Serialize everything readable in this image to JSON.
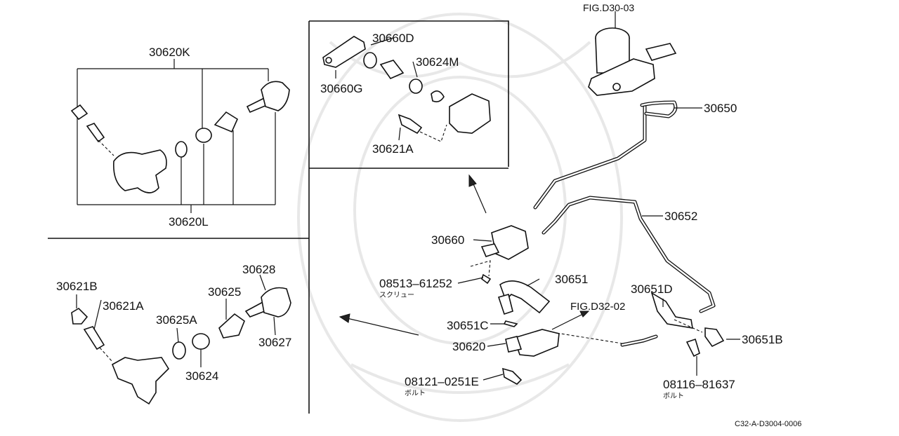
{
  "labels": {
    "p30620K": "30620K",
    "p30620L": "30620L",
    "p30660D": "30660D",
    "p30624M": "30624M",
    "p30660G": "30660G",
    "p30621A_top": "30621A",
    "figD3003": "FIG.D30-03",
    "p30650": "30650",
    "p30652": "30652",
    "p30660": "30660",
    "p08513": "08513–61252",
    "screw": "スクリュー",
    "p30651": "30651",
    "figD3202": "FIG.D32-02",
    "p30651D": "30651D",
    "p30651C": "30651C",
    "p30620": "30620",
    "p30651B": "30651B",
    "p08121": "08121–0251E",
    "bolt1": "ボルト",
    "p08116": "08116–81637",
    "bolt2": "ボルト",
    "p30621B": "30621B",
    "p30621A_bot": "30621A",
    "p30625A": "30625A",
    "p30625": "30625",
    "p30628": "30628",
    "p30627": "30627",
    "p30624": "30624"
  },
  "reference_code": "C32-A-D3004-0006"
}
